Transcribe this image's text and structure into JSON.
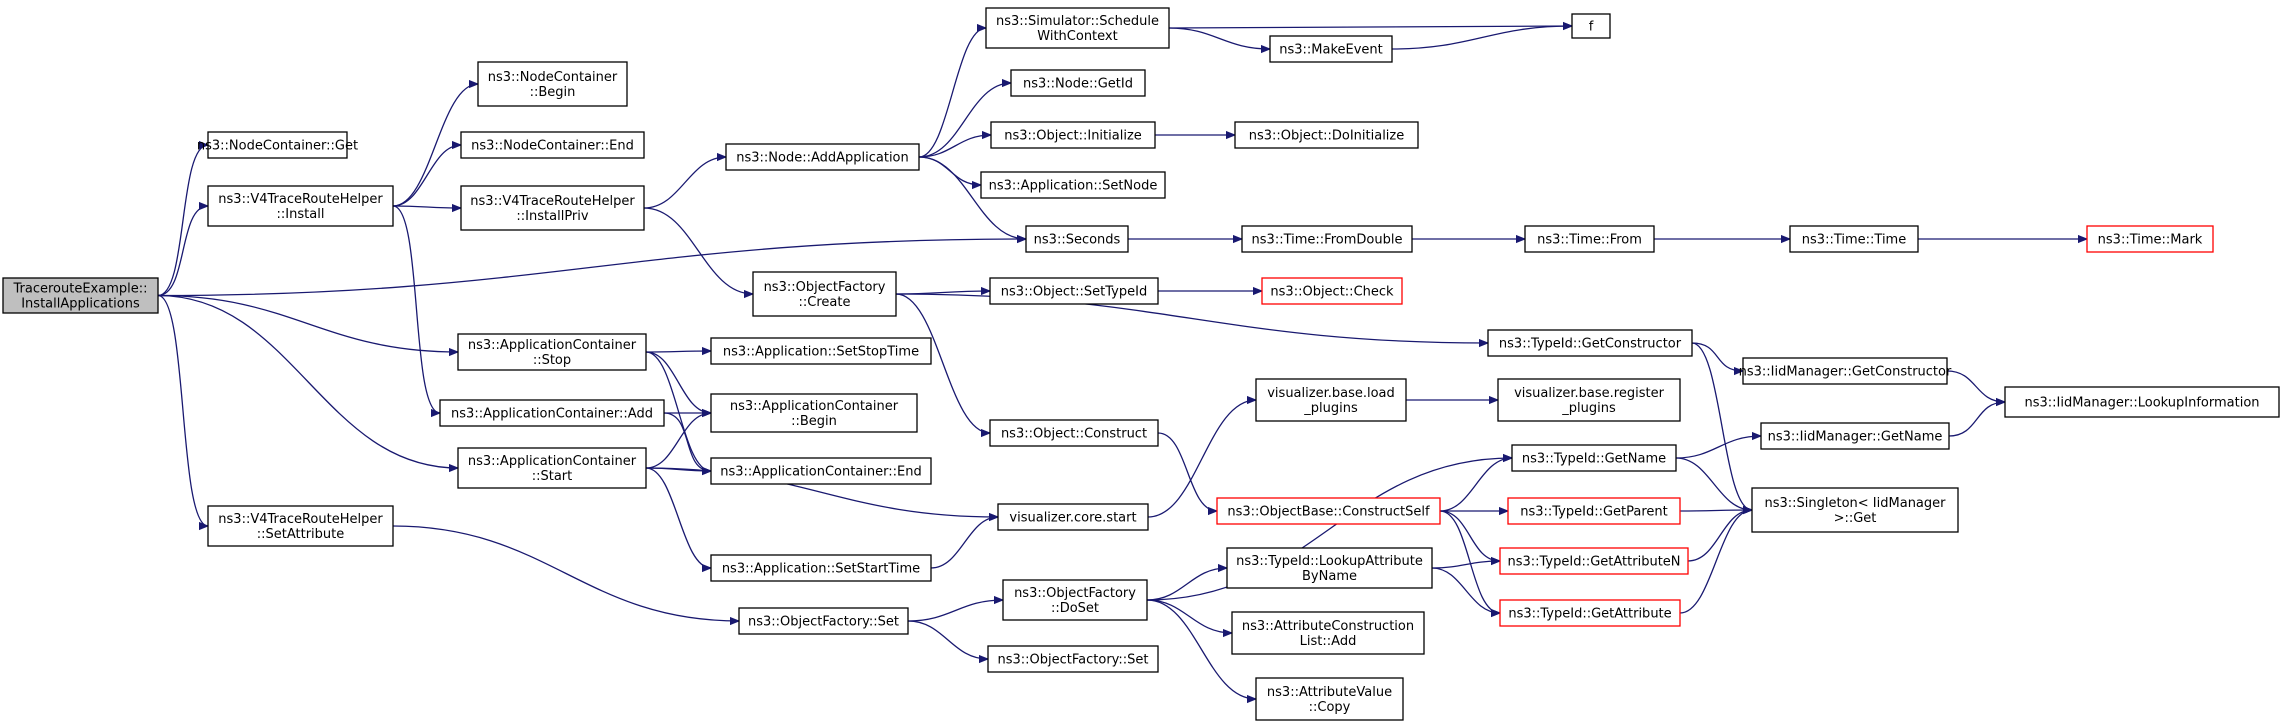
{
  "title": "",
  "colors": {
    "edge": "#191970",
    "root_fill": "#bfbfbf",
    "node_border": "#000000",
    "incomplete_border": "#ff0000",
    "background": "#ffffff"
  },
  "nodes": [
    {
      "id": "root",
      "lines": [
        "TracerouteExample::",
        "InstallApplications"
      ],
      "style": "root"
    },
    {
      "id": "ncget",
      "lines": [
        "ns3::NodeContainer::Get"
      ],
      "style": "plain"
    },
    {
      "id": "ncbegin",
      "lines": [
        "ns3::NodeContainer",
        "::Begin"
      ],
      "style": "plain"
    },
    {
      "id": "ncend",
      "lines": [
        "ns3::NodeContainer::End"
      ],
      "style": "plain"
    },
    {
      "id": "v4install",
      "lines": [
        "ns3::V4TraceRouteHelper",
        "::Install"
      ],
      "style": "plain"
    },
    {
      "id": "v4installpriv",
      "lines": [
        "ns3::V4TraceRouteHelper",
        "::InstallPriv"
      ],
      "style": "plain"
    },
    {
      "id": "nodeaddapp",
      "lines": [
        "ns3::Node::AddApplication"
      ],
      "style": "plain"
    },
    {
      "id": "schedctx",
      "lines": [
        "ns3::Simulator::Schedule",
        "WithContext"
      ],
      "style": "plain"
    },
    {
      "id": "f",
      "lines": [
        "f"
      ],
      "style": "plain"
    },
    {
      "id": "makeevent",
      "lines": [
        "ns3::MakeEvent"
      ],
      "style": "plain"
    },
    {
      "id": "nodegetid",
      "lines": [
        "ns3::Node::GetId"
      ],
      "style": "plain"
    },
    {
      "id": "objinit",
      "lines": [
        "ns3::Object::Initialize"
      ],
      "style": "plain"
    },
    {
      "id": "objdoinit",
      "lines": [
        "ns3::Object::DoInitialize"
      ],
      "style": "plain"
    },
    {
      "id": "appsetnode",
      "lines": [
        "ns3::Application::SetNode"
      ],
      "style": "plain"
    },
    {
      "id": "seconds",
      "lines": [
        "ns3::Seconds"
      ],
      "style": "plain"
    },
    {
      "id": "fromdouble",
      "lines": [
        "ns3::Time::FromDouble"
      ],
      "style": "plain"
    },
    {
      "id": "timefrom",
      "lines": [
        "ns3::Time::From"
      ],
      "style": "plain"
    },
    {
      "id": "timetime",
      "lines": [
        "ns3::Time::Time"
      ],
      "style": "plain"
    },
    {
      "id": "timemark",
      "lines": [
        "ns3::Time::Mark"
      ],
      "style": "red"
    },
    {
      "id": "ofcreate",
      "lines": [
        "ns3::ObjectFactory",
        "::Create"
      ],
      "style": "plain"
    },
    {
      "id": "objsettypeid",
      "lines": [
        "ns3::Object::SetTypeId"
      ],
      "style": "plain"
    },
    {
      "id": "objcheck",
      "lines": [
        "ns3::Object::Check"
      ],
      "style": "red"
    },
    {
      "id": "tidgetctor",
      "lines": [
        "ns3::TypeId::GetConstructor"
      ],
      "style": "plain"
    },
    {
      "id": "iidgetctor",
      "lines": [
        "ns3::IidManager::GetConstructor"
      ],
      "style": "plain"
    },
    {
      "id": "iidlookup",
      "lines": [
        "ns3::IidManager::LookupInformation"
      ],
      "style": "plain"
    },
    {
      "id": "acstop",
      "lines": [
        "ns3::ApplicationContainer",
        "::Stop"
      ],
      "style": "plain"
    },
    {
      "id": "appsetstop",
      "lines": [
        "ns3::Application::SetStopTime"
      ],
      "style": "plain"
    },
    {
      "id": "acadd",
      "lines": [
        "ns3::ApplicationContainer::Add"
      ],
      "style": "plain"
    },
    {
      "id": "acbegin",
      "lines": [
        "ns3::ApplicationContainer",
        "::Begin"
      ],
      "style": "plain"
    },
    {
      "id": "acend",
      "lines": [
        "ns3::ApplicationContainer::End"
      ],
      "style": "plain"
    },
    {
      "id": "acstart",
      "lines": [
        "ns3::ApplicationContainer",
        "::Start"
      ],
      "style": "plain"
    },
    {
      "id": "objconstruct",
      "lines": [
        "ns3::Object::Construct"
      ],
      "style": "plain"
    },
    {
      "id": "visload",
      "lines": [
        "visualizer.base.load",
        "_plugins"
      ],
      "style": "plain"
    },
    {
      "id": "visregister",
      "lines": [
        "visualizer.base.register",
        "_plugins"
      ],
      "style": "plain"
    },
    {
      "id": "tidgetname",
      "lines": [
        "ns3::TypeId::GetName"
      ],
      "style": "plain"
    },
    {
      "id": "iidgetname",
      "lines": [
        "ns3::IidManager::GetName"
      ],
      "style": "plain"
    },
    {
      "id": "obconstructself",
      "lines": [
        "ns3::ObjectBase::ConstructSelf"
      ],
      "style": "red"
    },
    {
      "id": "tidgetparent",
      "lines": [
        "ns3::TypeId::GetParent"
      ],
      "style": "red"
    },
    {
      "id": "singletonget",
      "lines": [
        "ns3::Singleton< IidManager",
        " >::Get"
      ],
      "style": "plain"
    },
    {
      "id": "viscorestart",
      "lines": [
        "visualizer.core.start"
      ],
      "style": "plain"
    },
    {
      "id": "v4setattr",
      "lines": [
        "ns3::V4TraceRouteHelper",
        "::SetAttribute"
      ],
      "style": "plain"
    },
    {
      "id": "appsetstart",
      "lines": [
        "ns3::Application::SetStartTime"
      ],
      "style": "plain"
    },
    {
      "id": "tidlookupattr",
      "lines": [
        "ns3::TypeId::LookupAttribute",
        "ByName"
      ],
      "style": "plain"
    },
    {
      "id": "tidgetattrn",
      "lines": [
        "ns3::TypeId::GetAttributeN"
      ],
      "style": "red"
    },
    {
      "id": "ofdoset",
      "lines": [
        "ns3::ObjectFactory",
        "::DoSet"
      ],
      "style": "plain"
    },
    {
      "id": "ofset",
      "lines": [
        "ns3::ObjectFactory::Set"
      ],
      "style": "plain"
    },
    {
      "id": "tidgetattr",
      "lines": [
        "ns3::TypeId::GetAttribute"
      ],
      "style": "red"
    },
    {
      "id": "attrconstradd",
      "lines": [
        "ns3::AttributeConstruction",
        "List::Add"
      ],
      "style": "plain"
    },
    {
      "id": "ofset2",
      "lines": [
        "ns3::ObjectFactory::Set"
      ],
      "style": "plain"
    },
    {
      "id": "attrvaluecopy",
      "lines": [
        "ns3::AttributeValue",
        "::Copy"
      ],
      "style": "plain"
    }
  ],
  "edges": [
    [
      "root",
      "ncget"
    ],
    [
      "root",
      "v4install"
    ],
    [
      "root",
      "seconds"
    ],
    [
      "root",
      "acstop"
    ],
    [
      "root",
      "acstart"
    ],
    [
      "root",
      "v4setattr"
    ],
    [
      "v4install",
      "ncbegin"
    ],
    [
      "v4install",
      "ncend"
    ],
    [
      "v4install",
      "v4installpriv"
    ],
    [
      "v4install",
      "acadd"
    ],
    [
      "v4installpriv",
      "nodeaddapp"
    ],
    [
      "v4installpriv",
      "ofcreate"
    ],
    [
      "nodeaddapp",
      "schedctx"
    ],
    [
      "nodeaddapp",
      "nodegetid"
    ],
    [
      "nodeaddapp",
      "objinit"
    ],
    [
      "nodeaddapp",
      "appsetnode"
    ],
    [
      "nodeaddapp",
      "seconds"
    ],
    [
      "schedctx",
      "f"
    ],
    [
      "schedctx",
      "makeevent"
    ],
    [
      "makeevent",
      "f"
    ],
    [
      "objinit",
      "objdoinit"
    ],
    [
      "seconds",
      "fromdouble"
    ],
    [
      "fromdouble",
      "timefrom"
    ],
    [
      "timefrom",
      "timetime"
    ],
    [
      "timetime",
      "timemark"
    ],
    [
      "ofcreate",
      "objsettypeid"
    ],
    [
      "ofcreate",
      "tidgetctor"
    ],
    [
      "ofcreate",
      "objconstruct"
    ],
    [
      "objsettypeid",
      "objcheck"
    ],
    [
      "tidgetctor",
      "iidgetctor"
    ],
    [
      "tidgetctor",
      "singletonget"
    ],
    [
      "iidgetctor",
      "iidlookup"
    ],
    [
      "acstop",
      "appsetstop"
    ],
    [
      "acstop",
      "acbegin"
    ],
    [
      "acstop",
      "acend"
    ],
    [
      "acadd",
      "acbegin"
    ],
    [
      "acadd",
      "acend"
    ],
    [
      "acstart",
      "acbegin"
    ],
    [
      "acstart",
      "acend"
    ],
    [
      "acstart",
      "viscorestart"
    ],
    [
      "acstart",
      "appsetstart"
    ],
    [
      "appsetstart",
      "viscorestart"
    ],
    [
      "objconstruct",
      "obconstructself"
    ],
    [
      "visload",
      "visregister"
    ],
    [
      "viscorestart",
      "visload"
    ],
    [
      "obconstructself",
      "tidgetname"
    ],
    [
      "obconstructself",
      "tidgetparent"
    ],
    [
      "obconstructself",
      "tidgetattrn"
    ],
    [
      "obconstructself",
      "tidgetattr"
    ],
    [
      "tidgetname",
      "iidgetname"
    ],
    [
      "tidgetname",
      "singletonget"
    ],
    [
      "iidgetname",
      "iidlookup"
    ],
    [
      "tidgetparent",
      "singletonget"
    ],
    [
      "tidgetattrn",
      "singletonget"
    ],
    [
      "tidgetattr",
      "singletonget"
    ],
    [
      "v4setattr",
      "ofset"
    ],
    [
      "ofset",
      "ofdoset"
    ],
    [
      "ofset",
      "ofset2"
    ],
    [
      "ofdoset",
      "tidgetname"
    ],
    [
      "ofdoset",
      "tidlookupattr"
    ],
    [
      "ofdoset",
      "attrconstradd"
    ],
    [
      "ofdoset",
      "attrvaluecopy"
    ],
    [
      "tidlookupattr",
      "tidgetattrn"
    ],
    [
      "tidlookupattr",
      "tidgetattr"
    ]
  ]
}
